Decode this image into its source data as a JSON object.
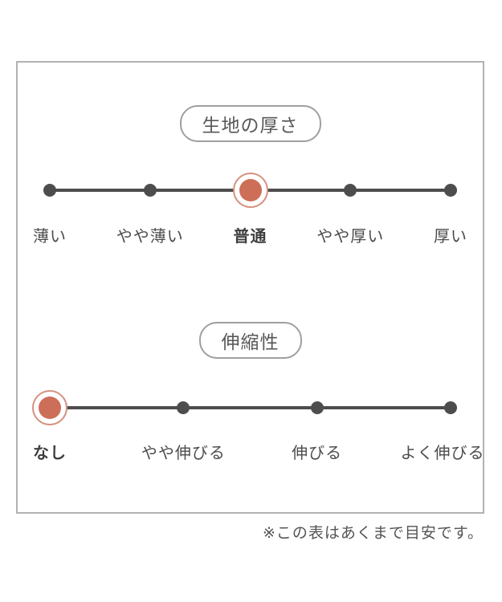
{
  "sections": [
    {
      "title": "生地の厚さ",
      "selected_index": 2,
      "options": [
        "薄い",
        "やや薄い",
        "普通",
        "やや厚い",
        "厚い"
      ]
    },
    {
      "title": "伸縮性",
      "selected_index": 0,
      "options": [
        "なし",
        "やや伸びる",
        "伸びる",
        "よく伸びる"
      ]
    }
  ],
  "footer": {
    "note": "※この表はあくまで目安です。"
  },
  "colors": {
    "accent": "#cd6e58",
    "accent_ring": "#d5907e",
    "dot": "#4d4d4d",
    "text": "#4c4c4c",
    "border": "#b2b2b2",
    "pill_border": "#9f9f9f"
  }
}
